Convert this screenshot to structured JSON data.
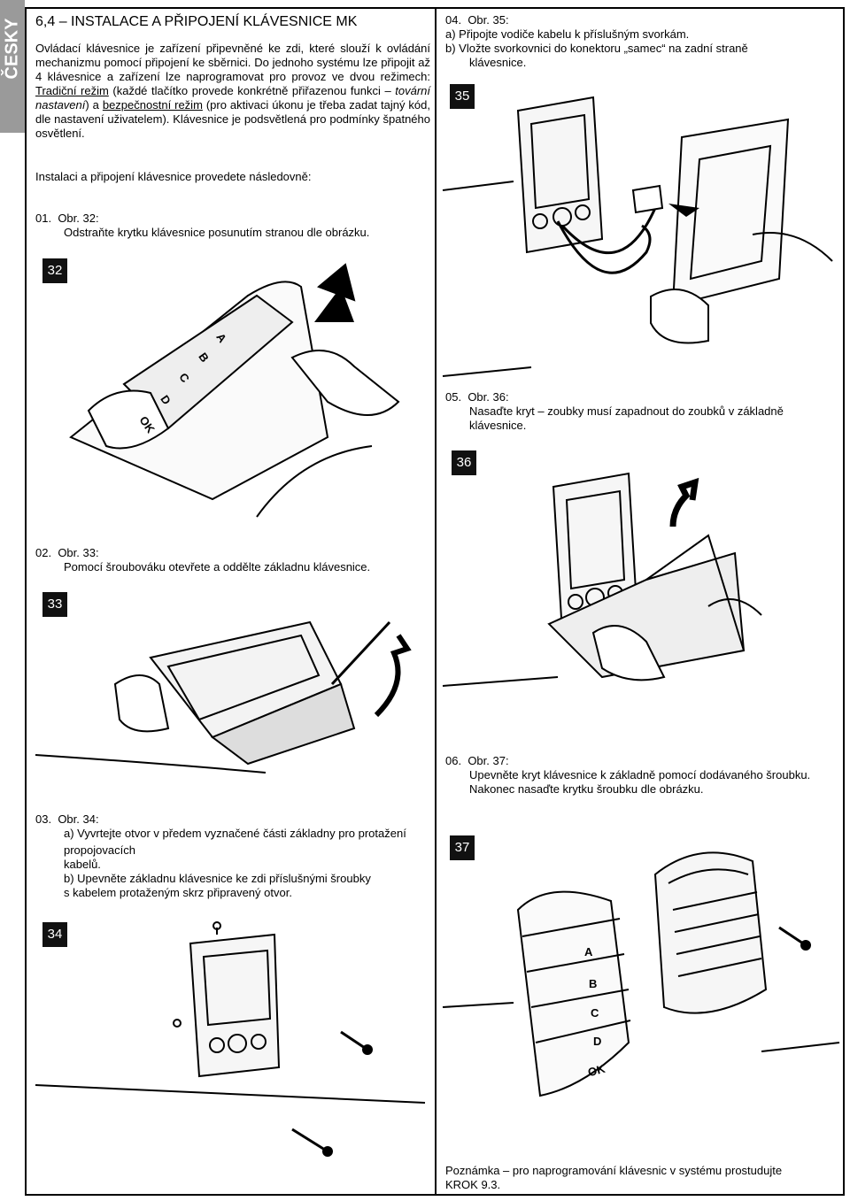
{
  "side_tab": "ČESKY",
  "section_title": "6,4 – INSTALACE A PŘIPOJENÍ KLÁVESNICE MK",
  "intro": {
    "p1": "Ovládací klávesnice je zařízení připevněné ke zdi, které slouží k ovládání mechanizmu pomocí připojení ke sběrnici. Do jednoho systému lze připojit až 4 klávesnice a zařízení lze naprogramovat pro provoz ve dvou režimech: ",
    "mode1": "Tradiční režim",
    "p2": " (každé tlačítko provede konkrétně přiřazenou funkci – ",
    "factory": "tovární nastavení",
    "p3": ") a ",
    "mode2": "bezpečnostní režim",
    "p4": " (pro aktivaci úkonu je třeba zadat tajný kód, dle nastavení uživatelem). Klávesnice je podsvětlená pro podmínky špatného osvětlení."
  },
  "install_intro": "Instalaci a připojení klávesnice provedete následovně:",
  "steps": [
    {
      "num": "01.",
      "ref": "Obr. 32:",
      "lines": [
        "Odstraňte krytku klávesnice posunutím stranou dle obrázku."
      ],
      "figure": "32"
    },
    {
      "num": "02.",
      "ref": "Obr. 33:",
      "lines": [
        "Pomocí šroubováku otevřete a oddělte základnu klávesnice."
      ],
      "figure": "33"
    },
    {
      "num": "03.",
      "ref": "Obr. 34:",
      "lines": [
        "a) Vyvrtejte otvor v předem vyznačené části základny pro protažení",
        "propojovacích",
        "kabelů.",
        "b) Upevněte základnu klávesnice ke zdi příslušnými šroubky",
        "s kabelem protaženým skrz připravený otvor."
      ],
      "figure": "34"
    },
    {
      "num": "04.",
      "ref": "Obr. 35:",
      "lines": [
        "a) Připojte vodiče kabelu k příslušným svorkám.",
        "b) Vložte svorkovnici do konektoru „samec“ na zadní straně",
        "klávesnice."
      ],
      "figure": "35"
    },
    {
      "num": "05.",
      "ref": "Obr. 36:",
      "lines": [
        "Nasaďte kryt – zoubky musí zapadnout do zoubků v základně",
        "klávesnice."
      ],
      "figure": "36"
    },
    {
      "num": "06.",
      "ref": "Obr. 37:",
      "lines": [
        "Upevněte kryt klávesnice k základně pomocí dodávaného šroubku.",
        "Nakonec nasaďte krytku šroubku dle obrázku."
      ],
      "figure": "37"
    }
  ],
  "key_labels": [
    "A",
    "B",
    "C",
    "D",
    "OK"
  ],
  "note": [
    "Poznámka – pro naprogramování klávesnic v systému prostudujte",
    "KROK 9.3."
  ]
}
